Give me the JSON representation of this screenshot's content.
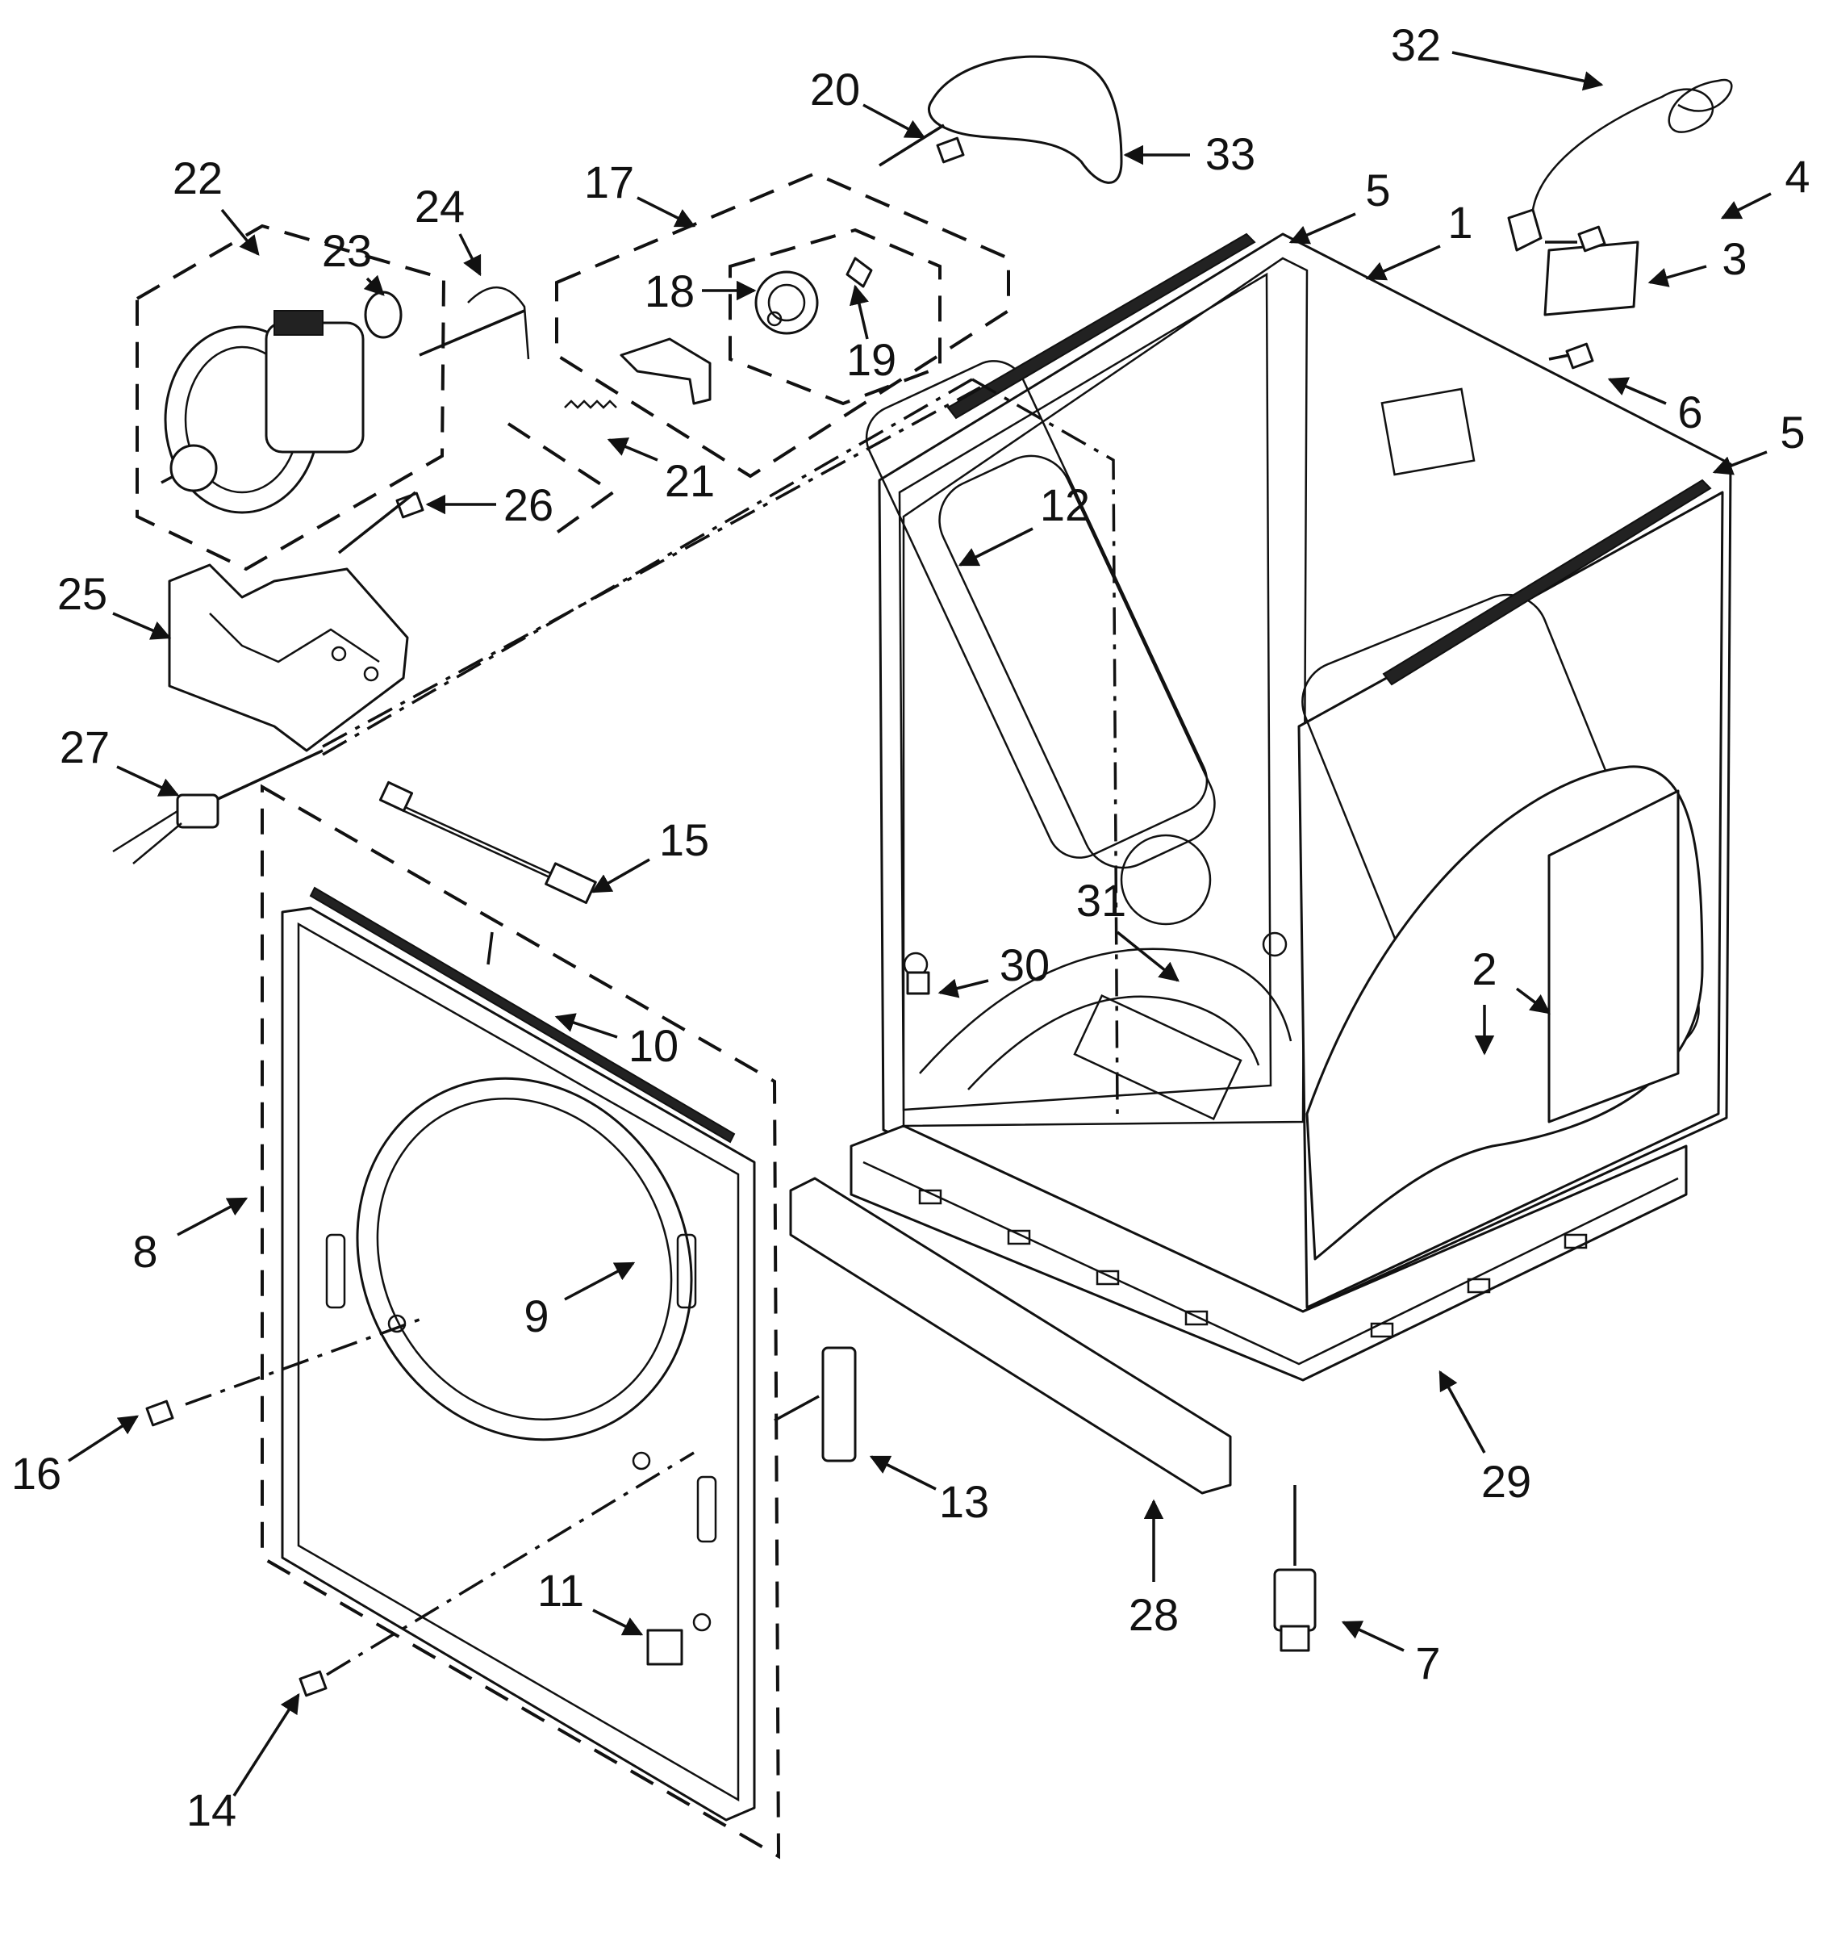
{
  "diagram": {
    "type": "exploded-parts-view",
    "callouts": [
      "1",
      "2",
      "2",
      "3",
      "4",
      "5",
      "5",
      "6",
      "7",
      "8",
      "9",
      "10",
      "11",
      "12",
      "13",
      "14",
      "15",
      "16",
      "17",
      "18",
      "19",
      "20",
      "21",
      "22",
      "23",
      "24",
      "25",
      "26",
      "27",
      "28",
      "29",
      "30",
      "31",
      "32",
      "33"
    ]
  }
}
